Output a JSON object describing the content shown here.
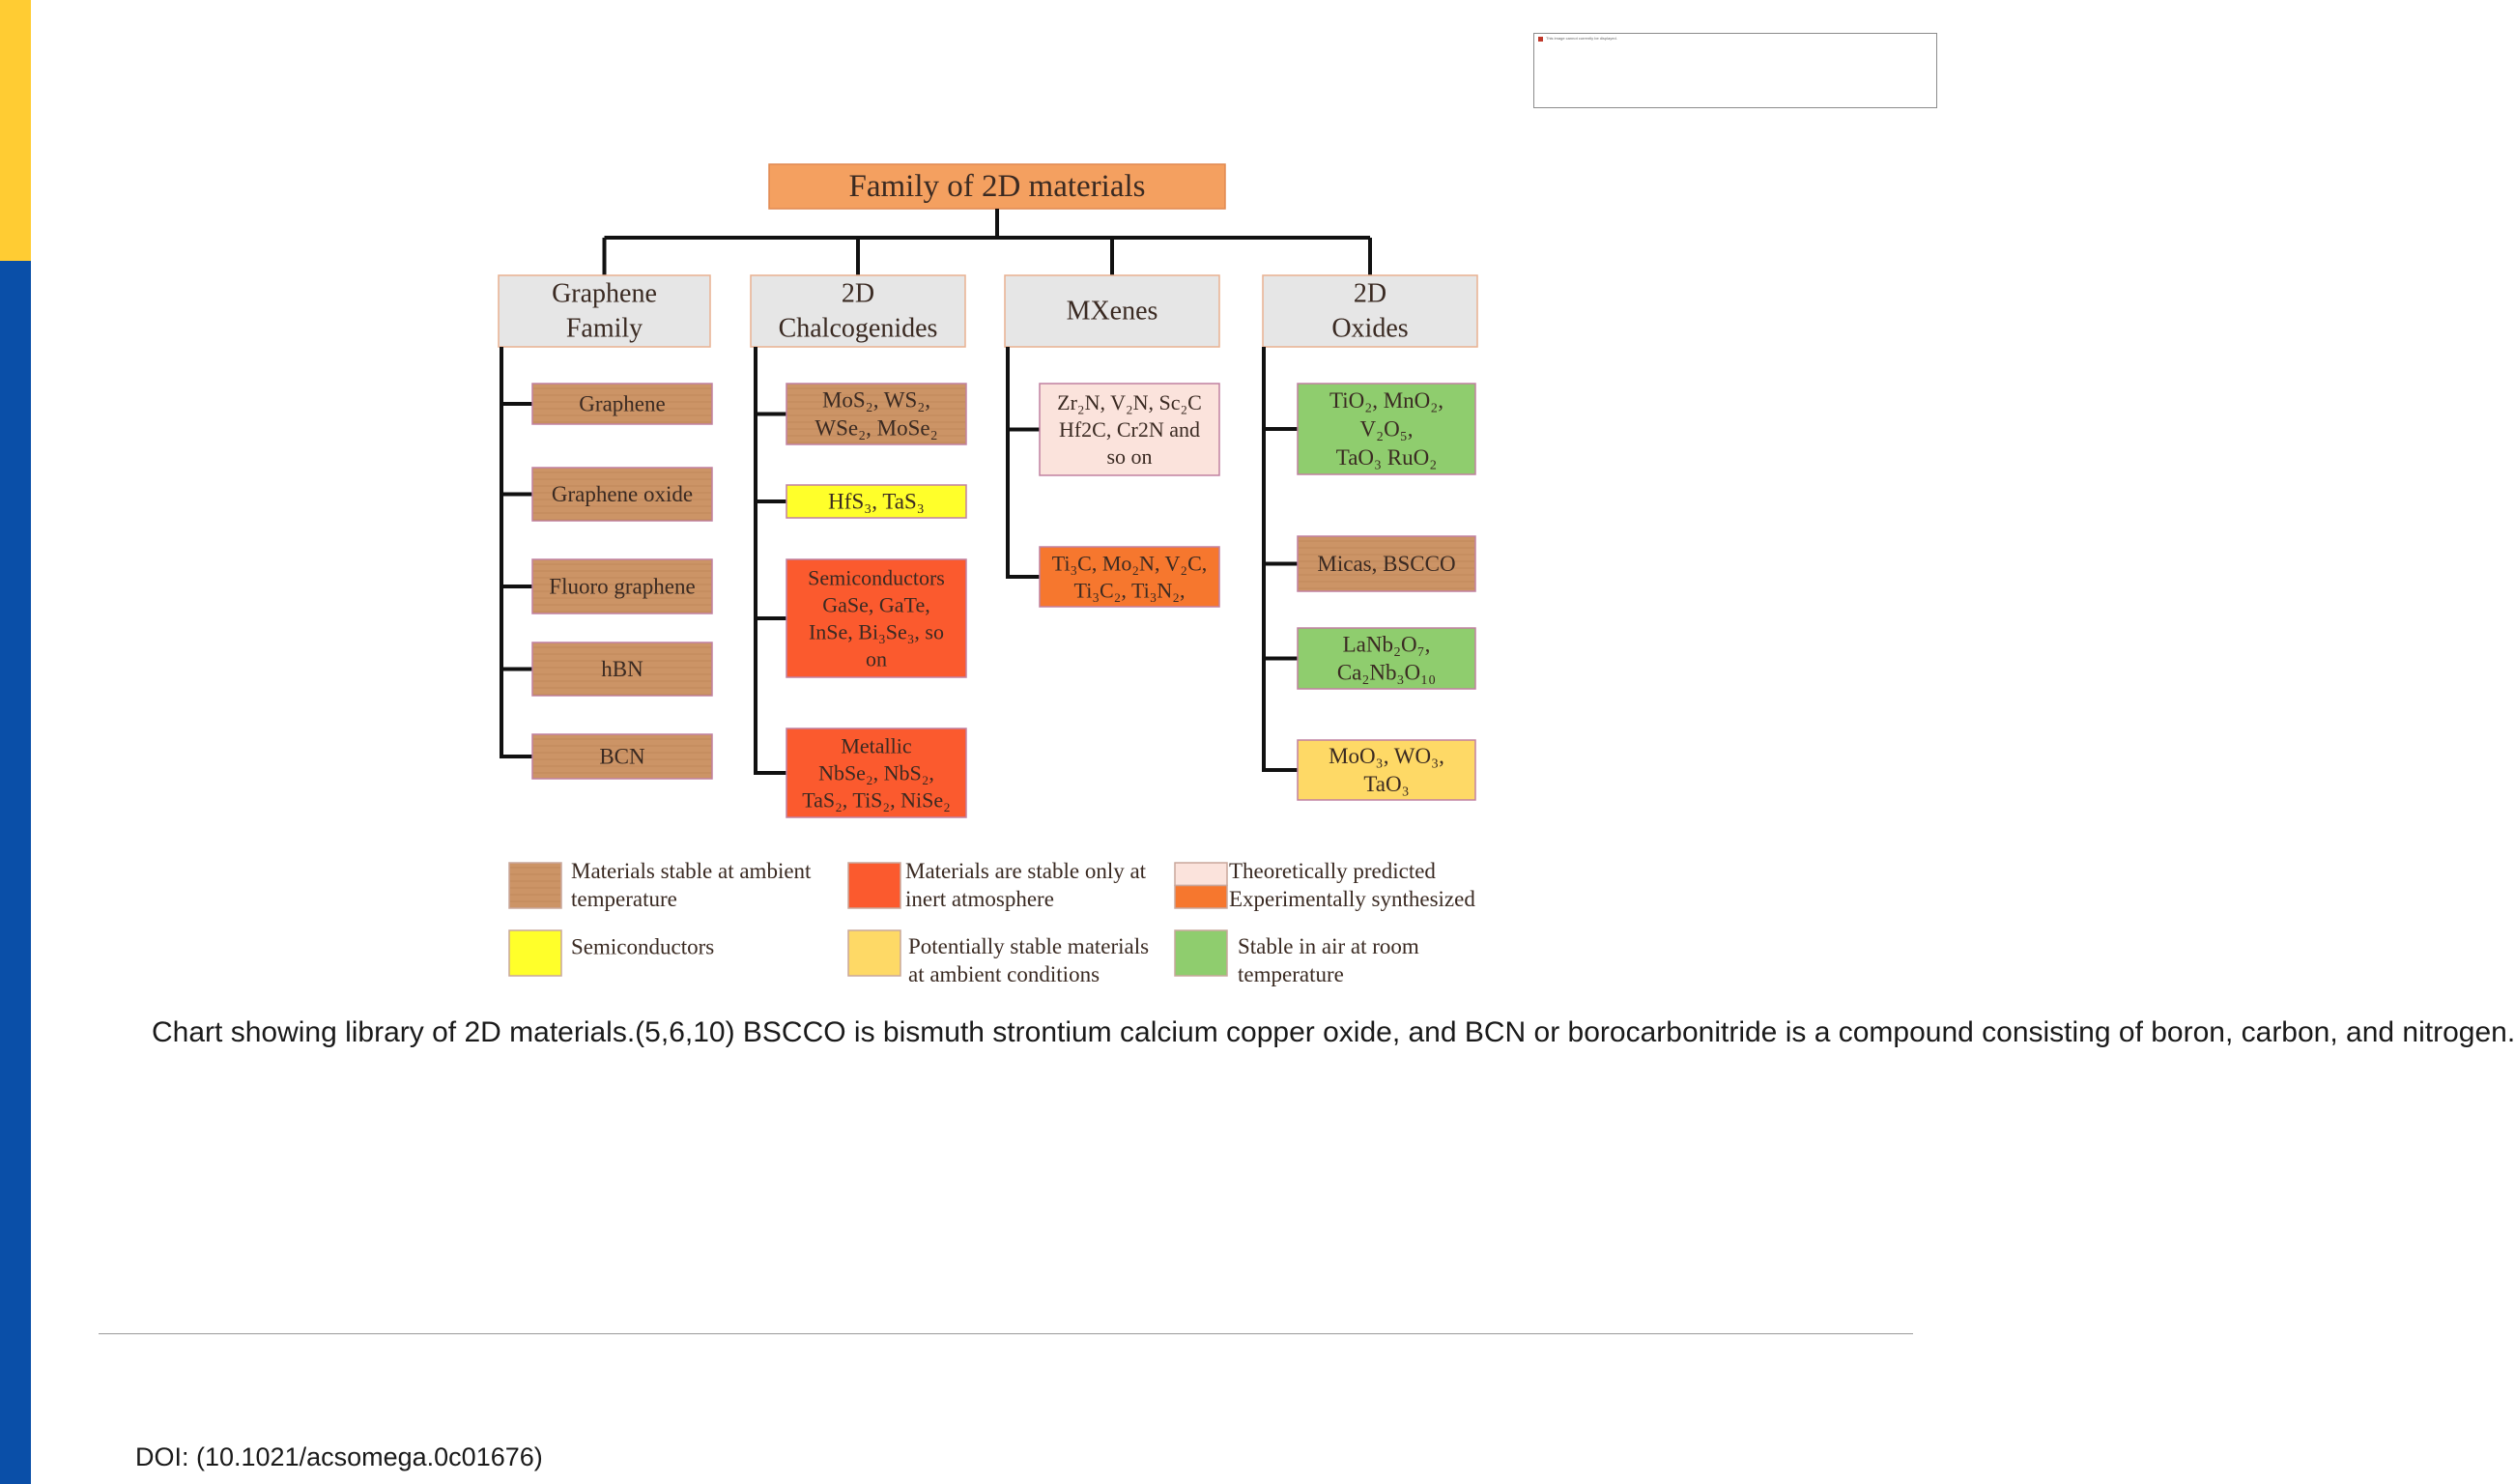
{
  "image_placeholder": {
    "alt": "This image cannot currently be displayed."
  },
  "diagram": {
    "title": "Family of 2D materials",
    "colors": {
      "title": "#f4a060",
      "category": "#e6e6e6",
      "stable_ambient": "#cc9466",
      "semiconductor": "#ffff2a",
      "inert": "#fb5a2e",
      "theoretical": "#fbe3dc",
      "experimental": "#f6772e",
      "potentially_stable": "#fed966",
      "air_stable": "#8fcd6e",
      "connector": "#111111"
    },
    "categories": [
      {
        "lines": [
          "Graphene",
          "Family"
        ],
        "items": [
          {
            "lines": [
              "Graphene"
            ],
            "type": "stable_ambient"
          },
          {
            "lines": [
              "Graphene oxide"
            ],
            "type": "stable_ambient"
          },
          {
            "lines": [
              "Fluoro graphene"
            ],
            "type": "stable_ambient"
          },
          {
            "lines": [
              "hBN"
            ],
            "type": "stable_ambient"
          },
          {
            "lines": [
              "BCN"
            ],
            "type": "stable_ambient"
          }
        ]
      },
      {
        "lines": [
          "2D",
          "Chalcogenides"
        ],
        "items": [
          {
            "lines": [
              "MoS₂, WS₂,",
              "WSe₂, MoSe₂"
            ],
            "type": "stable_ambient"
          },
          {
            "lines": [
              "HfS₃, TaS₃"
            ],
            "type": "semiconductor"
          },
          {
            "lines": [
              "Semiconductors",
              "GaSe, GaTe,",
              "InSe, Bi₃Se₃, so",
              "on"
            ],
            "type": "inert"
          },
          {
            "lines": [
              "Metallic",
              "NbSe₂, NbS₂,",
              "TaS₂, TiS₂, NiSe₂"
            ],
            "type": "inert"
          }
        ]
      },
      {
        "lines": [
          "MXenes"
        ],
        "items": [
          {
            "lines": [
              "Zr₂N, V₂N, Sc₂C",
              "Hf2C, Cr2N and",
              "so on"
            ],
            "type": "theoretical"
          },
          {
            "lines": [
              "Ti₃C, Mo₂N, V₂C,",
              "Ti₃C₂, Ti₃N₂,"
            ],
            "type": "experimental"
          }
        ]
      },
      {
        "lines": [
          "2D",
          "Oxides"
        ],
        "items": [
          {
            "lines": [
              "TiO₂, MnO₂,",
              "V₂O₅,",
              "TaO₃ RuO₂"
            ],
            "type": "air_stable"
          },
          {
            "lines": [
              "Micas, BSCCO"
            ],
            "type": "stable_ambient"
          },
          {
            "lines": [
              "LaNb₂O₇,",
              "Ca₂Nb₃O₁₀"
            ],
            "type": "air_stable"
          },
          {
            "lines": [
              "MoO₃, WO₃,",
              "TaO₃"
            ],
            "type": "potentially_stable"
          }
        ]
      }
    ],
    "legend": [
      {
        "lines": [
          "Materials stable at ambient",
          "temperature"
        ],
        "type": "stable_ambient"
      },
      {
        "lines": [
          "Materials are stable only at",
          "inert atmosphere"
        ],
        "type": "inert"
      },
      {
        "lines": [
          "Theoretically predicted",
          "Experimentally synthesized"
        ],
        "type": "split"
      },
      {
        "lines": [
          "Semiconductors"
        ],
        "type": "semiconductor"
      },
      {
        "lines": [
          "Potentially stable materials",
          "at ambient conditions"
        ],
        "type": "potentially_stable"
      },
      {
        "lines": [
          "Stable in air at room",
          "temperature"
        ],
        "type": "air_stable"
      }
    ]
  },
  "caption": "Chart showing library of 2D materials.(5,6,10) BSCCO is bismuth strontium calcium copper oxide, and BCN or borocarbonitride is a compound consisting of boron, carbon, and nitrogen.",
  "doi": "DOI: (10.1021/acsomega.0c01676)"
}
